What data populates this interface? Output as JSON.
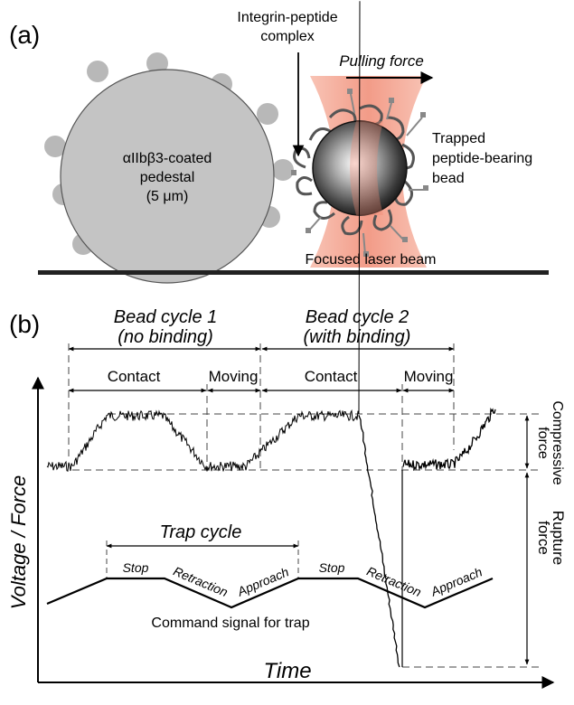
{
  "panel_a": {
    "label": "(a)",
    "complex_label_1": "Integrin-peptide",
    "complex_label_2": "complex",
    "pulling_force": "Pulling force",
    "pedestal_1": "αIIbβ3-coated",
    "pedestal_2": "pedestal",
    "pedestal_3": "(5 μm)",
    "bead_1": "Trapped",
    "bead_2": "peptide-bearing",
    "bead_3": "bead",
    "laser": "Focused laser beam"
  },
  "panel_b": {
    "label": "(b)",
    "cycle1_title": "Bead cycle 1",
    "cycle1_sub": "(no binding)",
    "cycle2_title": "Bead cycle 2",
    "cycle2_sub": "(with binding)",
    "contact_1": "Contact",
    "moving_1": "Moving",
    "contact_2": "Contact",
    "moving_2": "Moving",
    "compressive_1": "Compressive",
    "compressive_2": "force",
    "rupture_1": "Rupture",
    "rupture_2": "force",
    "y_axis": "Voltage / Force",
    "x_axis": "Time",
    "trap_cycle": "Trap cycle",
    "stop_1": "Stop",
    "retraction_1": "Retraction",
    "approach_1": "Approach",
    "stop_2": "Stop",
    "retraction_2": "Retraction",
    "approach_2": "Approach",
    "command": "Command signal for trap"
  },
  "colors": {
    "laser": "#f4a08a",
    "pedestal": "#c4c4c4",
    "bumps": "#b8b8b8"
  }
}
